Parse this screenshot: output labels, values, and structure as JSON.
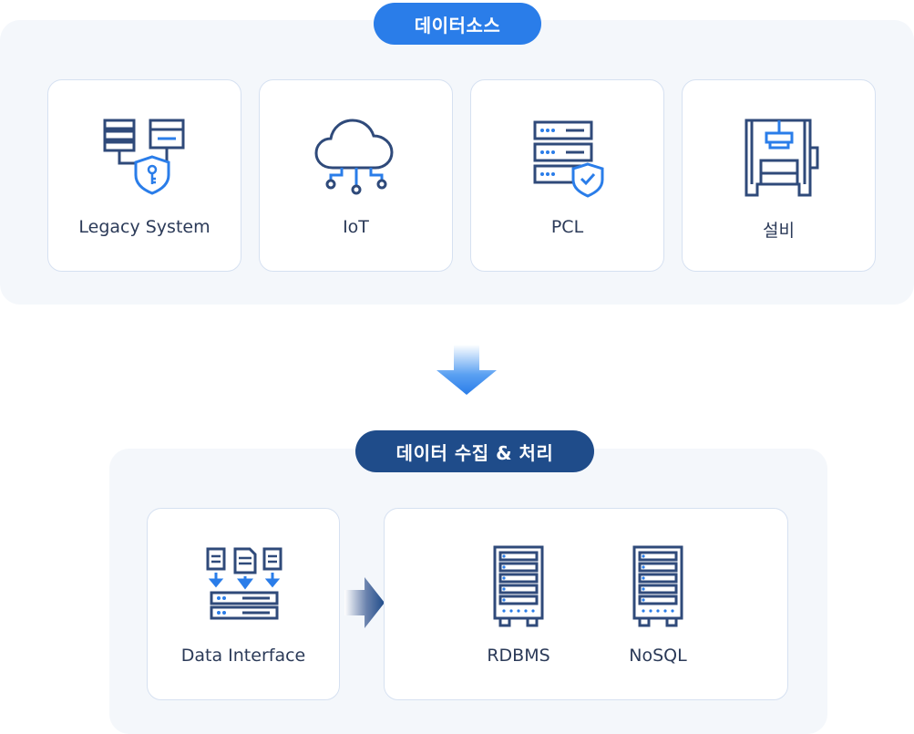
{
  "sources": {
    "title": "데이터소스",
    "items": [
      {
        "label": "Legacy System",
        "icon": "legacy-system-icon"
      },
      {
        "label": "IoT",
        "icon": "cloud-iot-icon"
      },
      {
        "label": "PCL",
        "icon": "server-shield-icon"
      },
      {
        "label": "설비",
        "icon": "machine-press-icon"
      }
    ]
  },
  "processing": {
    "title": "데이터 수집 & 처리",
    "interface": {
      "label": "Data Interface",
      "icon": "data-interface-icon"
    },
    "databases": [
      {
        "label": "RDBMS",
        "icon": "server-rack-icon"
      },
      {
        "label": "NoSQL",
        "icon": "server-rack-icon"
      }
    ]
  },
  "colors": {
    "primary_blue": "#2a7de9",
    "navy": "#1f4c8a",
    "icon_stroke": "#2f4a7a",
    "panel_bg": "#f4f7fb"
  }
}
